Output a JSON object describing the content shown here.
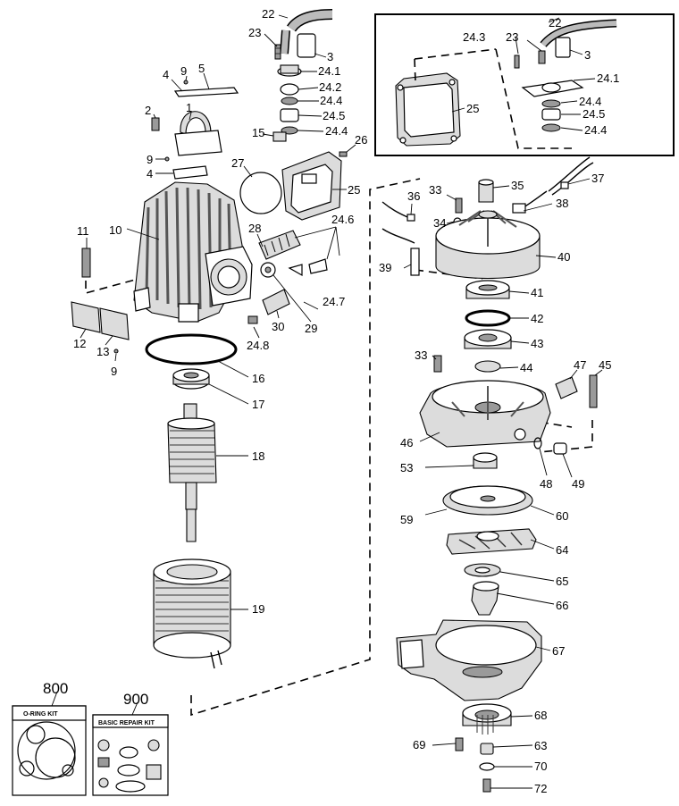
{
  "diagram": {
    "type": "exploded parts diagram",
    "labels": {
      "n22a": "22",
      "n23a": "23",
      "n3a": "3",
      "n24_1a": "24.1",
      "n24_2": "24.2",
      "n24_4a": "24.4",
      "n24_5a": "24.5",
      "n24_4b": "24.4",
      "n26": "26",
      "n15": "15",
      "n4a": "4",
      "n9a": "9",
      "n5": "5",
      "n1": "1",
      "n2": "2",
      "n9b": "9",
      "n4b": "4",
      "n27": "27",
      "n25a": "25",
      "n10": "10",
      "n11": "11",
      "n28": "28",
      "n24_6": "24.6",
      "n24_7": "24.7",
      "n29": "29",
      "n30": "30",
      "n24_8": "24.8",
      "n12": "12",
      "n13": "13",
      "n9c": "9",
      "n16": "16",
      "n17": "17",
      "n18": "18",
      "n19": "19",
      "i22": "22",
      "i24_3": "24.3",
      "i23": "23",
      "i3": "3",
      "i25": "25",
      "i24_1": "24.1",
      "i24_4a": "24.4",
      "i24_5": "24.5",
      "i24_4b": "24.4",
      "n35": "35",
      "n37": "37",
      "n33a": "33",
      "n36": "36",
      "n38": "38",
      "n34": "34",
      "n39": "39",
      "n40": "40",
      "n41": "41",
      "n42": "42",
      "n43": "43",
      "n33b": "33",
      "n44": "44",
      "n47": "47",
      "n45": "45",
      "n46": "46",
      "n53": "53",
      "n48": "48",
      "n49": "49",
      "n59": "59",
      "n60": "60",
      "n64": "64",
      "n65": "65",
      "n66": "66",
      "n67": "67",
      "n68": "68",
      "n69": "69",
      "n63": "63",
      "n70": "70",
      "n72": "72"
    },
    "kits": {
      "oring_number": "800",
      "oring_title": "O-RING KIT",
      "repair_number": "900",
      "repair_title": "BASIC REPAIR KIT"
    }
  }
}
